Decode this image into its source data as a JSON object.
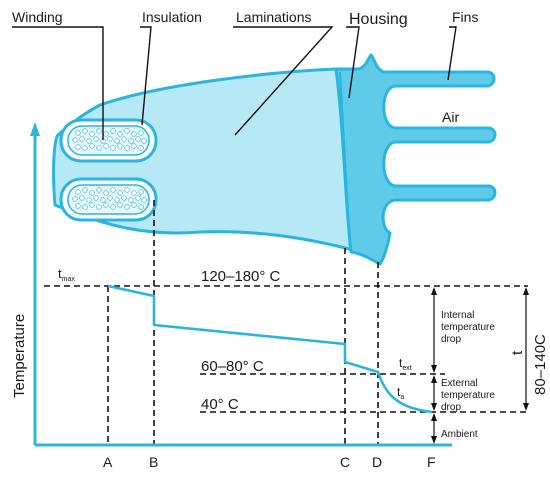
{
  "labels": {
    "winding": "Winding",
    "insulation": "Insulation",
    "laminations": "Laminations",
    "housing": "Housing",
    "fins": "Fins",
    "air": "Air",
    "temperature_axis": "Temperature",
    "t_max": "t",
    "t_max_sub": "max",
    "t_ext": "t",
    "t_ext_sub": "ext",
    "t_a": "t",
    "t_a_sub": "a",
    "t_total": "t",
    "range_total": "80–140C",
    "level_high": "120–180° C",
    "level_mid": "60–80° C",
    "level_low": "40° C",
    "internal_drop": [
      "Internal",
      "temperature",
      "drop"
    ],
    "external_drop": [
      "External",
      "temperature",
      "drop"
    ],
    "ambient": "Ambient"
  },
  "points": [
    "A",
    "B",
    "C",
    "D",
    "F"
  ],
  "colors": {
    "body_fill": "#b7e8f5",
    "housing_fill": "#5fcbe8",
    "outline": "#29b5e0",
    "curve": "#29b5e0",
    "axis": "#29b5e0"
  }
}
